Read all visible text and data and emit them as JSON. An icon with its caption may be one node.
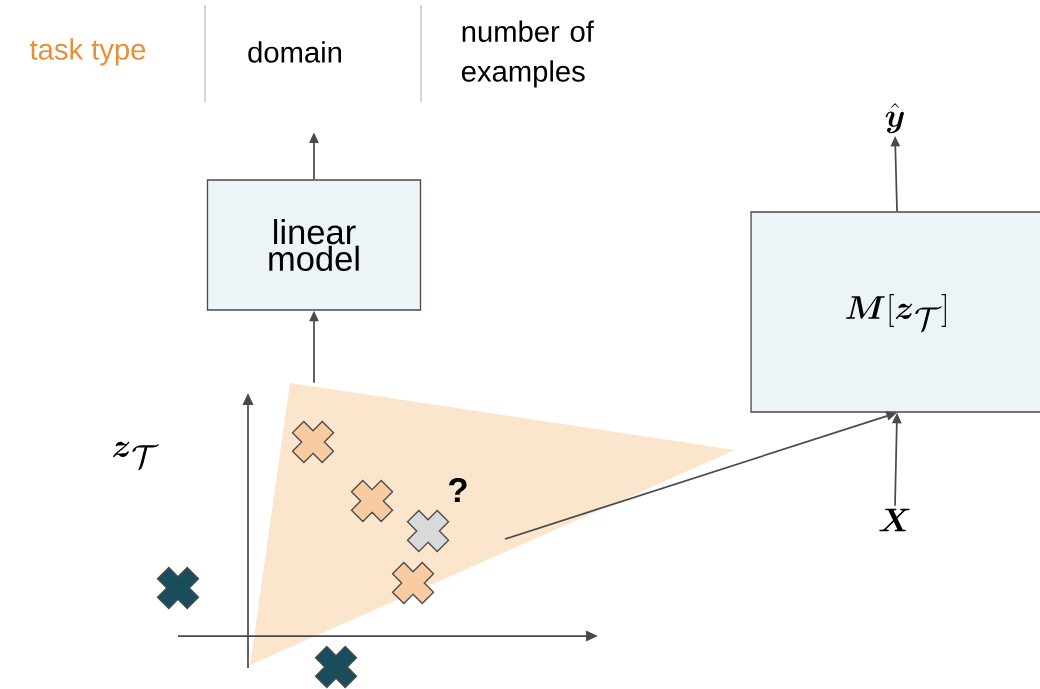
{
  "diagram": {
    "nodes": [
      {
        "text": [
          "\\hat{\\boldsymbol{y}}"
        ]
      },
      {
        "text": [
          "linear model"
        ]
      },
      {
        "text": [
          "\\boldsymbol{M}[\\boldsymbol{z}_{\\mathcal{T}}]"
        ]
      },
      {
        "text": [],
        "shape": "triangle"
      },
      {
        "text": [],
        "shape": "cross",
        "in": 3
      },
      {
        "text": [],
        "shape": "cross",
        "in": 3
      },
      {
        "text": [],
        "shape": "cross",
        "in": 3,
        "beside": [
          "?"
        ]
      },
      {
        "text": [],
        "shape": "cross",
        "in": 3
      },
      {
        "text": [],
        "shape": "cross"
      },
      {
        "text": [],
        "shape": "cross"
      },
      {
        "text": [
          "\\boldsymbol{X}"
        ]
      }
    ],
    "edges": [
      {
        "from": 3,
        "to": 1,
        "arrow": "to"
      },
      {
        "from": 1,
        "to": null,
        "arrow": "to"
      },
      {
        "from": 6,
        "to": 2,
        "arrow": "to"
      },
      {
        "from": 10,
        "to": 2,
        "arrow": "to"
      },
      {
        "from": 2,
        "to": 0,
        "arrow": "to"
      }
    ],
    "labels": [
      "task type",
      "domain",
      "number of examples",
      "\\boldsymbol{z}_{\\mathcal{T}}"
    ]
  }
}
